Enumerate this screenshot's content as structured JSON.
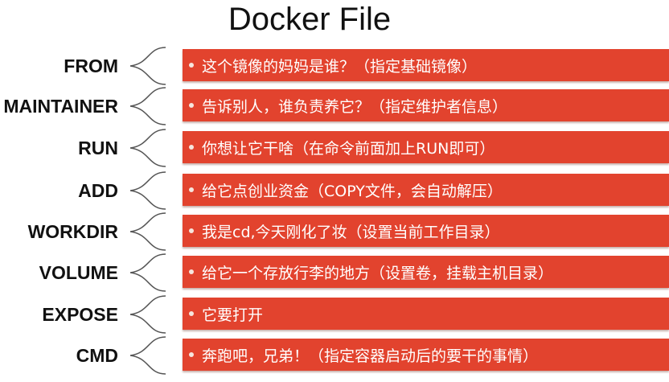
{
  "title": "Docker File",
  "rows": [
    {
      "keyword": "FROM",
      "description": "这个镜像的妈妈是谁？（指定基础镜像）"
    },
    {
      "keyword": "MAINTAINER",
      "description": "告诉别人，谁负责养它？（指定维护者信息）"
    },
    {
      "keyword": "RUN",
      "description": "你想让它干啥（在命令前面加上RUN即可）"
    },
    {
      "keyword": "ADD",
      "description": "给它点创业资金（COPY文件，会自动解压）"
    },
    {
      "keyword": "WORKDIR",
      "description": "我是cd,今天刚化了妆（设置当前工作目录）"
    },
    {
      "keyword": "VOLUME",
      "description": "给它一个存放行李的地方（设置卷，挂载主机目录）"
    },
    {
      "keyword": "EXPOSE",
      "description": "它要打开"
    },
    {
      "keyword": "CMD",
      "description": "奔跑吧，兄弟！（指定容器启动后的要干的事情）"
    }
  ],
  "colors": {
    "box": "#e2432e",
    "text": "#ffffff"
  }
}
